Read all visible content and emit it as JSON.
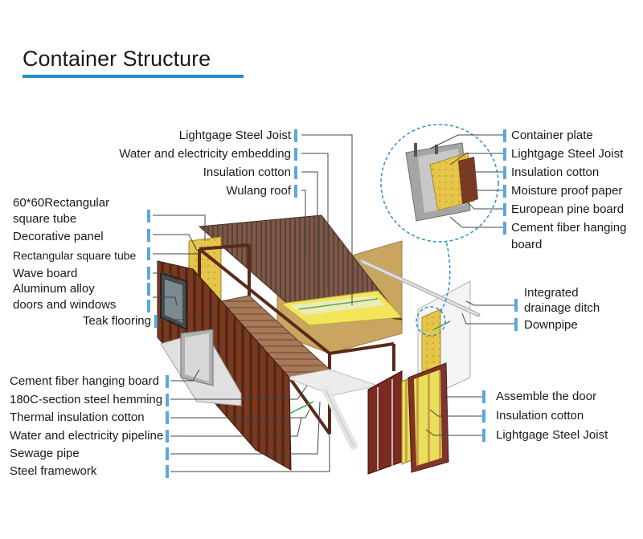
{
  "title": "Container Structure",
  "accent_color": "#1e8fd0",
  "labels": {
    "top_center": [
      "Lightgage Steel Joist",
      "Water and electricity embedding",
      "Insulation cotton",
      "Wulang roof"
    ],
    "top_right": [
      "Container plate",
      "Lightgage Steel Joist",
      "Insulation cotton",
      "Moisture proof paper",
      "European pine board",
      "Cement fiber hanging",
      "board"
    ],
    "left_upper": [
      "60*60Rectangular",
      "square tube",
      "Decorative panel",
      "Rectangular square tube",
      "Wave board",
      "Aluminum alloy",
      "doors and windows",
      "Teak flooring"
    ],
    "left_lower": [
      "Cement fiber hanging board",
      "180C-section steel hemming",
      "Thermal insulation cotton",
      "Water and electricity pipeline",
      "Sewage pipe",
      "Steel framework"
    ],
    "right_middle": [
      "Integrated",
      "drainage ditch",
      "Downpipe"
    ],
    "right_lower": [
      "Assemble the door",
      "Insulation cotton",
      "Lightgage Steel Joist"
    ]
  }
}
